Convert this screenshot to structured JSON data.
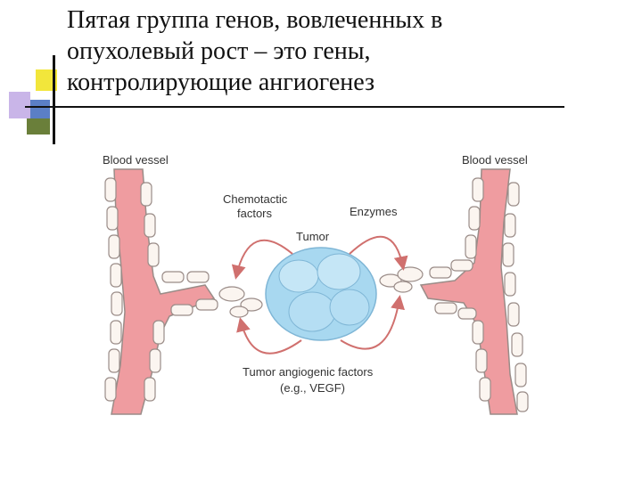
{
  "slide": {
    "title_lines": [
      "Пятая группа генов, вовлеченных в",
      "опухолевый рост – это гены,",
      "контролирующие ангиогенез"
    ]
  },
  "diagram": {
    "label_vessel_left": "Blood vessel",
    "label_vessel_right": "Blood vessel",
    "label_chemotactic_1": "Chemotactic",
    "label_chemotactic_2": "factors",
    "label_enzymes": "Enzymes",
    "label_tumor": "Tumor",
    "label_angiogenic_1": "Tumor angiogenic factors",
    "label_angiogenic_2": "(e.g., VEGF)",
    "colors": {
      "vessel": "#ef9ca0",
      "vessel_cell": "#fbf5f0",
      "cell_outline": "#9a8c88",
      "tumor": "#a8d8f0",
      "arrow": "#d0706e"
    }
  }
}
